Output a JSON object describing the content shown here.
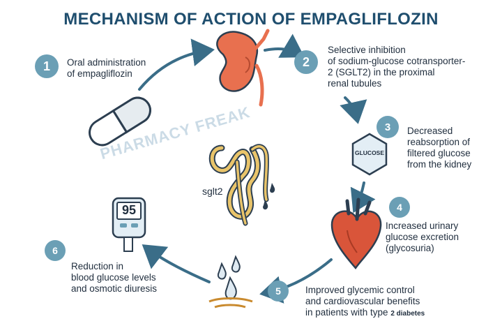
{
  "title": "MECHANISM OF ACTION OF EMPAGLIFLOZIN",
  "watermark": "PHARMACY FREAK",
  "steps": [
    {
      "number": "1",
      "text": "Oral administration\nof empagliflozin"
    },
    {
      "number": "2",
      "text": "Selective inhibition\nof sodium-glucose cotransporter-\n2 (SGLT2) in the proximal\nrenal tubules"
    },
    {
      "number": "3",
      "text": "Decreased\nreabsorption of\nfiltered glucose\nfrom the kidney"
    },
    {
      "number": "4",
      "text": "Increased urinary\nglucose excretion\n(glycosuria)"
    },
    {
      "number": "5",
      "text_main": "Improved glycemic control\nand cardiovascular benefits\nin patients with type ",
      "text_small": "2 diabetes"
    },
    {
      "number": "6",
      "text": "Reduction in\nblood glucose levels\nand osmotic diuresis"
    }
  ],
  "labels": {
    "glucose": "GLUCOSE",
    "sglt2": "sglt2",
    "meter_reading": "95"
  },
  "colors": {
    "title": "#1f4e6e",
    "badge": "#6b9fb5",
    "arrow": "#3a6d88",
    "kidney": "#e8704f",
    "heart": "#d9553a",
    "nephron": "#e9c46a"
  }
}
